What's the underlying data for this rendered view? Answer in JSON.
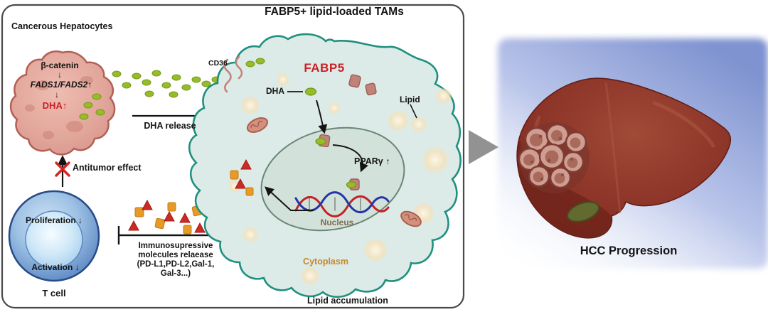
{
  "title": "FABP5+ lipid-loaded TAMs",
  "hepatocyte": {
    "label": "Cancerous Hepatocytes",
    "beta_catenin": "β-catenin",
    "arrow_down": "↓",
    "fads": "FADS1/FADS2↑",
    "dha": "DHA↑"
  },
  "dha_release_label": "DHA release",
  "macrophage": {
    "cd36": "CD36",
    "fabp5": "FABP5",
    "dha": "DHA",
    "lipid": "Lipid",
    "ppar": "PPARγ ↑",
    "nucleus": "Nucleus",
    "cytoplasm": "Cytoplasm",
    "lipid_accumulation": "Lipid accumulation"
  },
  "antitumor_label": "Antitumor effect",
  "t_cell": {
    "proliferation": "Proliferation ↓",
    "activation": "Activation ↓",
    "label": "T cell"
  },
  "immuno_label": "Immunosupressive\nmolecules relaease\n(PD-L1,PD-L2,Gal-1,\nGal-3...)",
  "hcc_label": "HCC Progression",
  "colors": {
    "macrophage_border": "#1f9080",
    "fabp5_red": "#cb2027",
    "dha_green": "#96bc28",
    "tcell_blue": "#3f6fb5",
    "liver": "#8a3328",
    "gradient_blue": "#8396d2",
    "molecule_orange": "#e89a28",
    "molecule_red": "#cd2a24"
  }
}
